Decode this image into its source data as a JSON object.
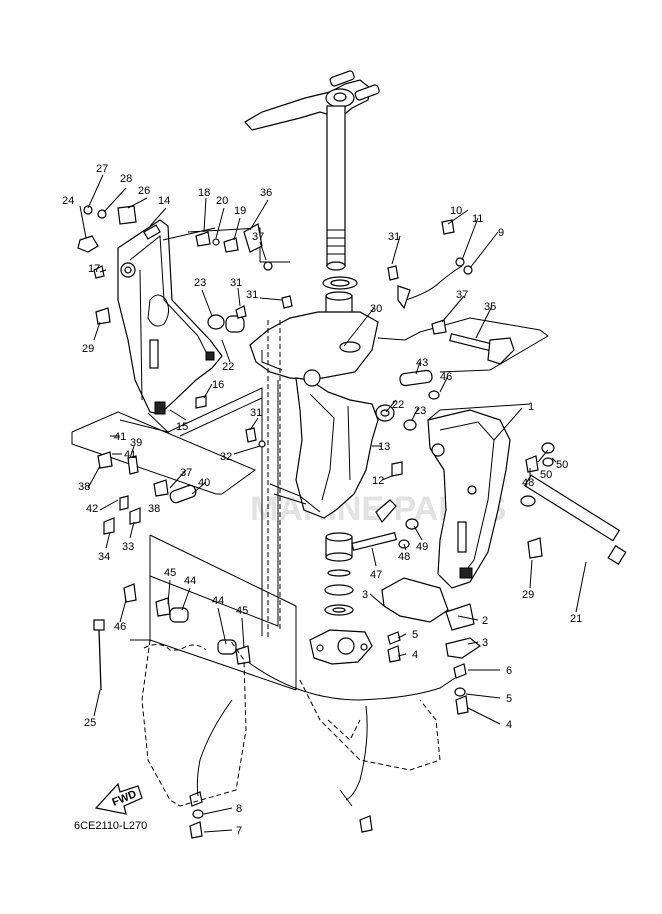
{
  "diagram_code": "6CE2110-L270",
  "fwd_label": "FWD",
  "watermark": "MARINE PARTS",
  "callouts": [
    {
      "id": "c27",
      "text": "27"
    },
    {
      "id": "c28",
      "text": "28"
    },
    {
      "id": "c26",
      "text": "26"
    },
    {
      "id": "c24",
      "text": "24"
    },
    {
      "id": "c14",
      "text": "14"
    },
    {
      "id": "c18",
      "text": "18"
    },
    {
      "id": "c20",
      "text": "20"
    },
    {
      "id": "c19",
      "text": "19"
    },
    {
      "id": "c36",
      "text": "36"
    },
    {
      "id": "c37a",
      "text": "37"
    },
    {
      "id": "c17",
      "text": "17"
    },
    {
      "id": "c23a",
      "text": "23"
    },
    {
      "id": "c31a",
      "text": "31"
    },
    {
      "id": "c31b",
      "text": "31"
    },
    {
      "id": "c29a",
      "text": "29"
    },
    {
      "id": "c22a",
      "text": "22"
    },
    {
      "id": "c16",
      "text": "16"
    },
    {
      "id": "c15",
      "text": "15"
    },
    {
      "id": "c31c",
      "text": "31"
    },
    {
      "id": "c41a",
      "text": "41"
    },
    {
      "id": "c39",
      "text": "39"
    },
    {
      "id": "c41b",
      "text": "41"
    },
    {
      "id": "c32",
      "text": "32"
    },
    {
      "id": "c38a",
      "text": "38"
    },
    {
      "id": "c37b",
      "text": "37"
    },
    {
      "id": "c40",
      "text": "40"
    },
    {
      "id": "c38b",
      "text": "38"
    },
    {
      "id": "c42",
      "text": "42"
    },
    {
      "id": "c33",
      "text": "33"
    },
    {
      "id": "c34",
      "text": "34"
    },
    {
      "id": "c10",
      "text": "10"
    },
    {
      "id": "c11",
      "text": "11"
    },
    {
      "id": "c9",
      "text": "9"
    },
    {
      "id": "c31d",
      "text": "31"
    },
    {
      "id": "c37c",
      "text": "37"
    },
    {
      "id": "c35",
      "text": "35"
    },
    {
      "id": "c30",
      "text": "30"
    },
    {
      "id": "c43",
      "text": "43"
    },
    {
      "id": "c46a",
      "text": "46"
    },
    {
      "id": "c22b",
      "text": "22"
    },
    {
      "id": "c23b",
      "text": "23"
    },
    {
      "id": "c1",
      "text": "1"
    },
    {
      "id": "c13",
      "text": "13"
    },
    {
      "id": "c50a",
      "text": "50"
    },
    {
      "id": "c50b",
      "text": "50"
    },
    {
      "id": "c48a",
      "text": "48"
    },
    {
      "id": "c12",
      "text": "12"
    },
    {
      "id": "c49",
      "text": "49"
    },
    {
      "id": "c48b",
      "text": "48"
    },
    {
      "id": "c47",
      "text": "47"
    },
    {
      "id": "c29b",
      "text": "29"
    },
    {
      "id": "c21",
      "text": "21"
    },
    {
      "id": "c3a",
      "text": "3"
    },
    {
      "id": "c2",
      "text": "2"
    },
    {
      "id": "c5a",
      "text": "5"
    },
    {
      "id": "c3b",
      "text": "3"
    },
    {
      "id": "c4a",
      "text": "4"
    },
    {
      "id": "c6",
      "text": "6"
    },
    {
      "id": "c5b",
      "text": "5"
    },
    {
      "id": "c4b",
      "text": "4"
    },
    {
      "id": "c45a",
      "text": "45"
    },
    {
      "id": "c44a",
      "text": "44"
    },
    {
      "id": "c46b",
      "text": "46"
    },
    {
      "id": "c44b",
      "text": "44"
    },
    {
      "id": "c45b",
      "text": "45"
    },
    {
      "id": "c25",
      "text": "25"
    },
    {
      "id": "c8",
      "text": "8"
    },
    {
      "id": "c7",
      "text": "7"
    }
  ]
}
